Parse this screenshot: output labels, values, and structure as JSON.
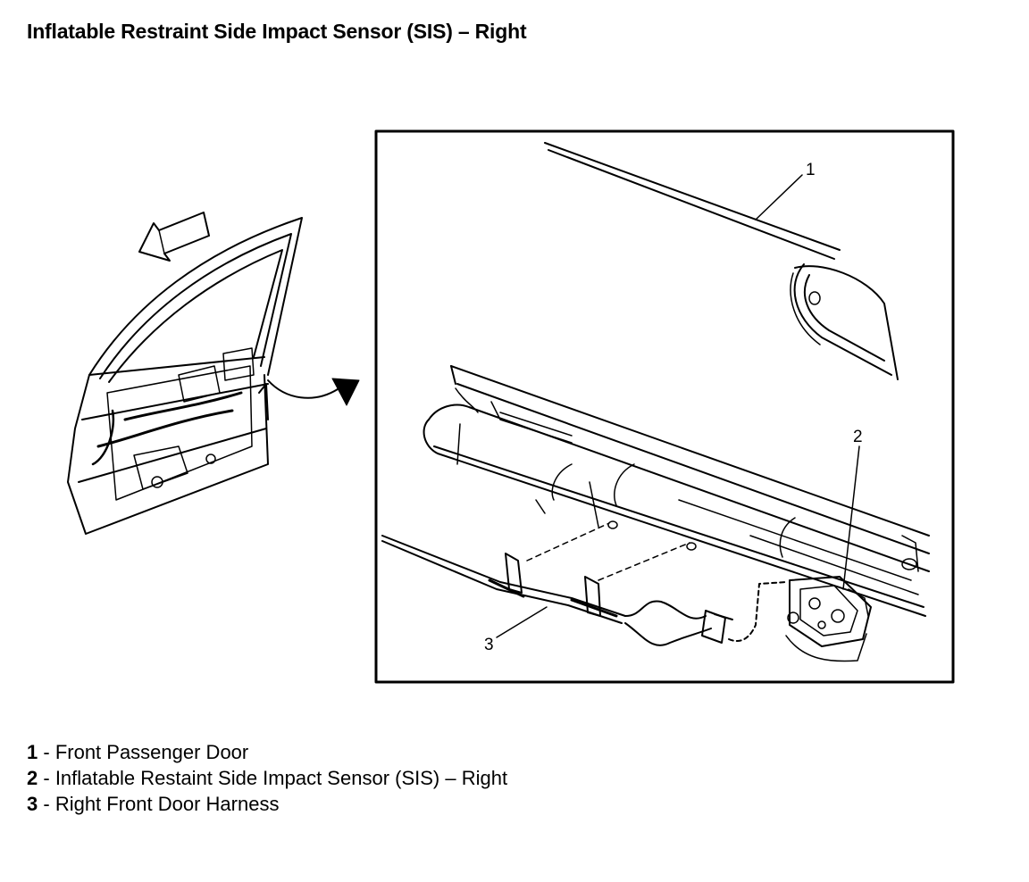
{
  "title": "Inflatable Restraint Side Impact Sensor (SIS) – Right",
  "callouts": {
    "c1": "1",
    "c2": "2",
    "c3": "3"
  },
  "legend": [
    {
      "num": "1",
      "sep": " - ",
      "text": "Front Passenger Door"
    },
    {
      "num": "2",
      "sep": " - ",
      "text": "Inflatable Restaint Side Impact Sensor (SIS) – Right"
    },
    {
      "num": "3",
      "sep": " - ",
      "text": "Right Front Door Harness"
    }
  ]
}
